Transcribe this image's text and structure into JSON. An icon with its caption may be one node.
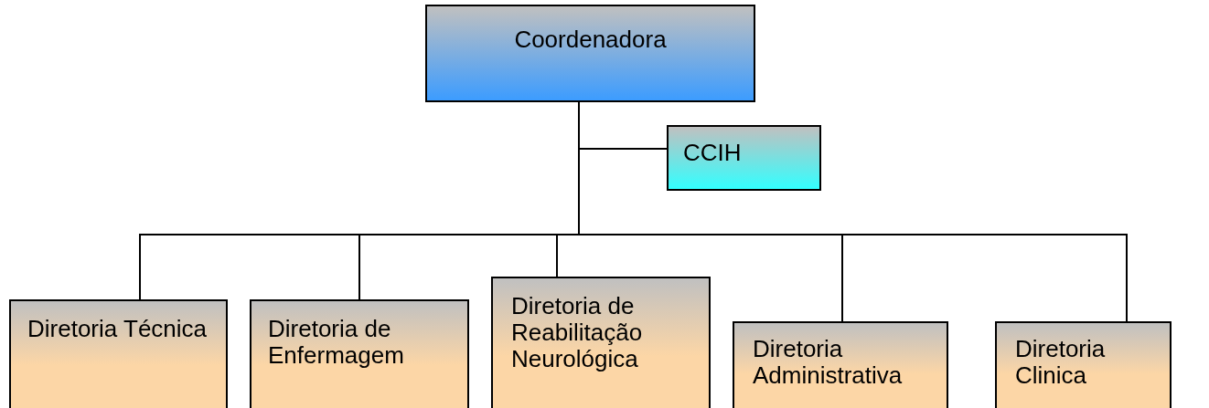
{
  "diagram": {
    "nodes": [
      {
        "text": [
          "Coordenadora"
        ]
      },
      {
        "text": [
          "CCIH"
        ]
      },
      {
        "text": [
          "Diretoria Técnica"
        ]
      },
      {
        "text": [
          "Diretoria de Enfermagem"
        ]
      },
      {
        "text": [
          "Diretoria de Reabilitação Neurológica"
        ]
      },
      {
        "text": [
          "Diretoria Administrativa"
        ]
      },
      {
        "text": [
          "Diretoria Clinica"
        ]
      }
    ],
    "edges": [
      {
        "from": 0,
        "to": 1,
        "arrow": "none"
      },
      {
        "from": 0,
        "to": 2,
        "arrow": "none"
      },
      {
        "from": 0,
        "to": 3,
        "arrow": "none"
      },
      {
        "from": 0,
        "to": 4,
        "arrow": "none"
      },
      {
        "from": 0,
        "to": 5,
        "arrow": "none"
      },
      {
        "from": 0,
        "to": 6,
        "arrow": "none"
      }
    ]
  }
}
